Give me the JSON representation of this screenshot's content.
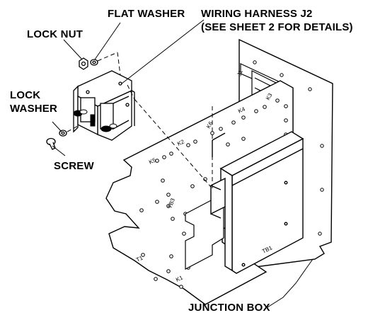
{
  "callouts": {
    "flat_washer": "FLAT WASHER",
    "wiring_harness_line1": "WIRING HARNESS J2",
    "wiring_harness_line2": "(SEE SHEET 2 FOR DETAILS)",
    "lock_nut": "LOCK NUT",
    "lock_washer_line1": "LOCK",
    "lock_washer_line2": "WASHER",
    "screw": "SCREW",
    "junction_box": "JUNCTION BOX"
  },
  "part_labels": {
    "j1": "J1",
    "k1": "K1",
    "k2": "K2",
    "k3": "K3",
    "k4": "K4",
    "k5": "K5",
    "k6": "K6",
    "t1": "T1",
    "tb1": "TB1",
    "tb3": "TB3"
  },
  "colors": {
    "ink": "#000000",
    "paper": "#ffffff"
  }
}
